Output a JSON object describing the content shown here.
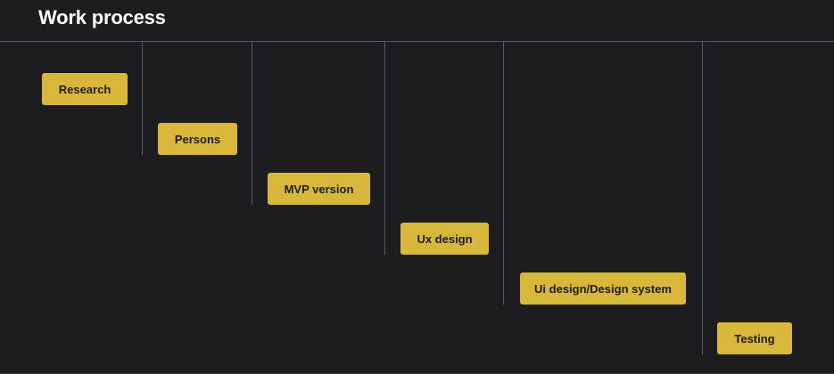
{
  "header": {
    "title": "Work process"
  },
  "colors": {
    "background": "#1d1d1f",
    "accent": "#d9b73a",
    "title_text": "#ffffff",
    "step_text": "#1d1d1f",
    "divider": "#5a5a5e"
  },
  "steps": [
    {
      "label": "Research"
    },
    {
      "label": "Persons"
    },
    {
      "label": "MVP version"
    },
    {
      "label": "Ux design"
    },
    {
      "label": "Ui design/Design system"
    },
    {
      "label": "Testing"
    }
  ]
}
